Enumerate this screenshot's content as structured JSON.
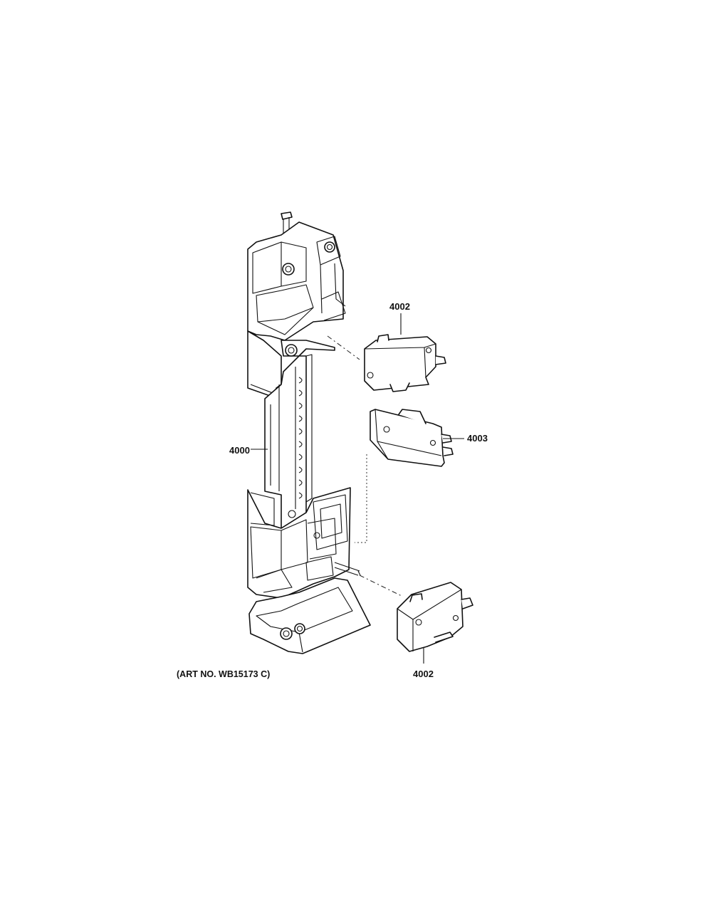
{
  "diagram": {
    "callouts": {
      "frame": "4000",
      "switch_top": "4002",
      "switch_middle": "4003",
      "switch_bottom": "4002"
    },
    "art_number": "(ART NO. WB15173 C)"
  }
}
